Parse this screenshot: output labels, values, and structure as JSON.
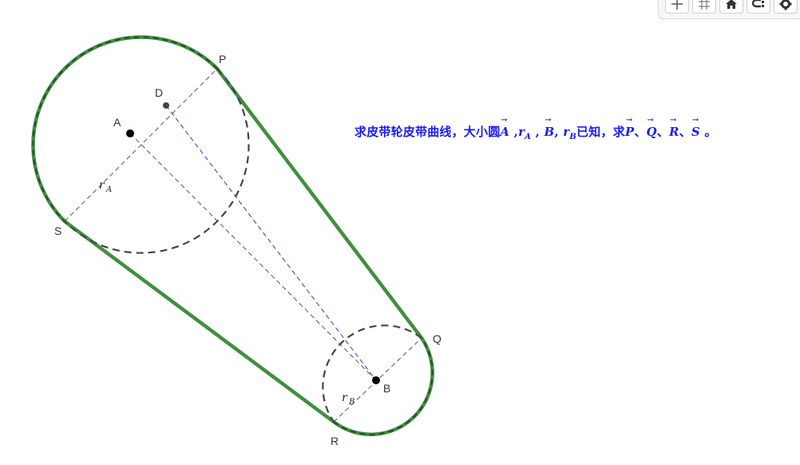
{
  "toolbar": {
    "buttons": [
      {
        "name": "axes-icon"
      },
      {
        "name": "grid-icon"
      },
      {
        "name": "home-icon"
      },
      {
        "name": "undo-redo-icon"
      },
      {
        "name": "gear-icon"
      }
    ]
  },
  "problem": {
    "text_part1": "求皮带轮皮带曲线，大小圆",
    "vec_A": "A",
    "sep1": " ,",
    "r_letter": "r",
    "sub_A": "A",
    "sep2": " ,",
    "vec_B": "B",
    "sub_B": "B",
    "text_part2": "已知，求",
    "vec_P": "P",
    "vec_Q": "Q",
    "vec_R": "R",
    "vec_S": "S",
    "list_sep": "、",
    "end": " 。"
  },
  "diagram": {
    "labels": {
      "A": "A",
      "B": "B",
      "D": "D",
      "P": "P",
      "Q": "Q",
      "R": "R",
      "S": "S",
      "rA_letter": "r",
      "rA_sub": "A",
      "rB_letter": "r",
      "rB_sub": "B"
    },
    "colors": {
      "belt": "#3f8f3f",
      "dash_circle": "#444444",
      "guide": "#555555",
      "blue_dash": "#3333cc",
      "point": "#000000"
    }
  }
}
